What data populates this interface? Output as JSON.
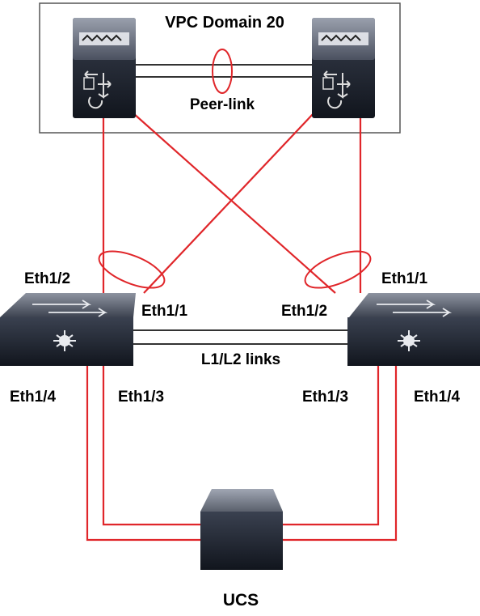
{
  "vpc_domain": {
    "title": "VPC Domain 20",
    "peer_link_label": "Peer-link"
  },
  "switches": {
    "left": {
      "port_uplink_a": "Eth1/2",
      "port_uplink_b": "Eth1/1",
      "port_down_outer": "Eth1/4",
      "port_down_inner": "Eth1/3"
    },
    "right": {
      "port_uplink_a": "Eth1/1",
      "port_uplink_b": "Eth1/2",
      "port_down_inner": "Eth1/3",
      "port_down_outer": "Eth1/4"
    },
    "interconnect_label": "L1/L2 links"
  },
  "ucs": {
    "label": "UCS"
  },
  "colors": {
    "link": "#e0262a",
    "device_dark": "#1c2230",
    "device_light": "#5b6272"
  },
  "icons": [
    "fabric-interconnect-icon",
    "nexus-switch-icon",
    "ucs-chassis-icon"
  ]
}
